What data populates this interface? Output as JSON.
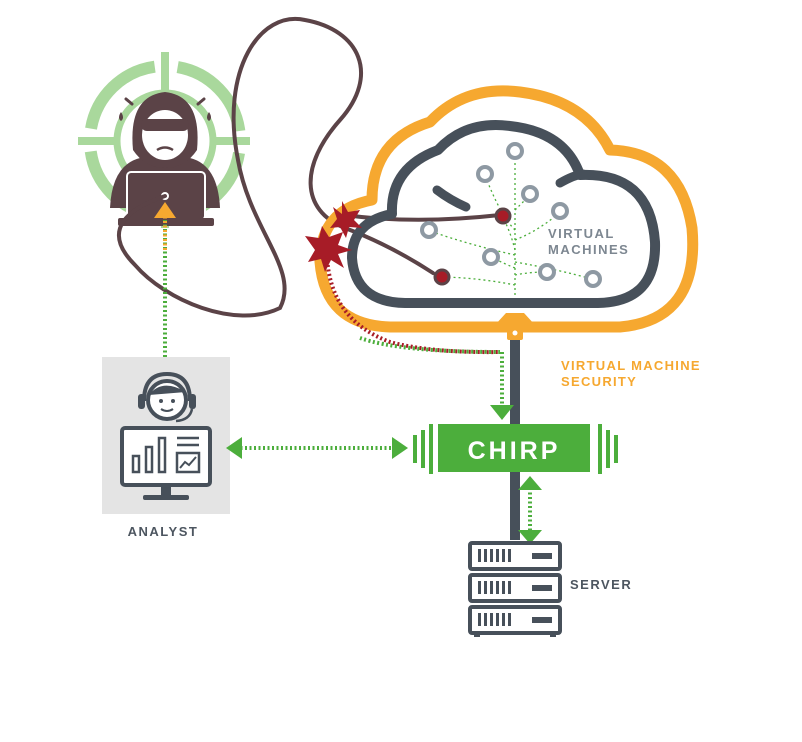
{
  "labels": {
    "virtual_machines_line1": "VIRTUAL",
    "virtual_machines_line2": "MACHINES",
    "vm_security_line1": "VIRTUAL MACHINE",
    "vm_security_line2": "SECURITY",
    "chirp": "CHIRP",
    "analyst": "ANALYST",
    "server": "SERVER"
  },
  "colors": {
    "cloud_gray": "#47505a",
    "orange": "#f6a830",
    "green": "#4cae3c",
    "light_green": "#a9d89c",
    "dark_red": "#a71c27",
    "brown": "#5b4347",
    "analyst_bg": "#e4e4e4",
    "label_gray": "#4d5660",
    "vm_text_gray": "#7d8791"
  },
  "icons": {
    "hacker": "hacker-icon",
    "target": "target-crosshair-icon",
    "analyst": "analyst-monitor-icon",
    "server": "server-rack-icon",
    "cloud": "cloud-icon",
    "lock": "lock-icon",
    "chirp": "chirp-sensor-icon"
  }
}
